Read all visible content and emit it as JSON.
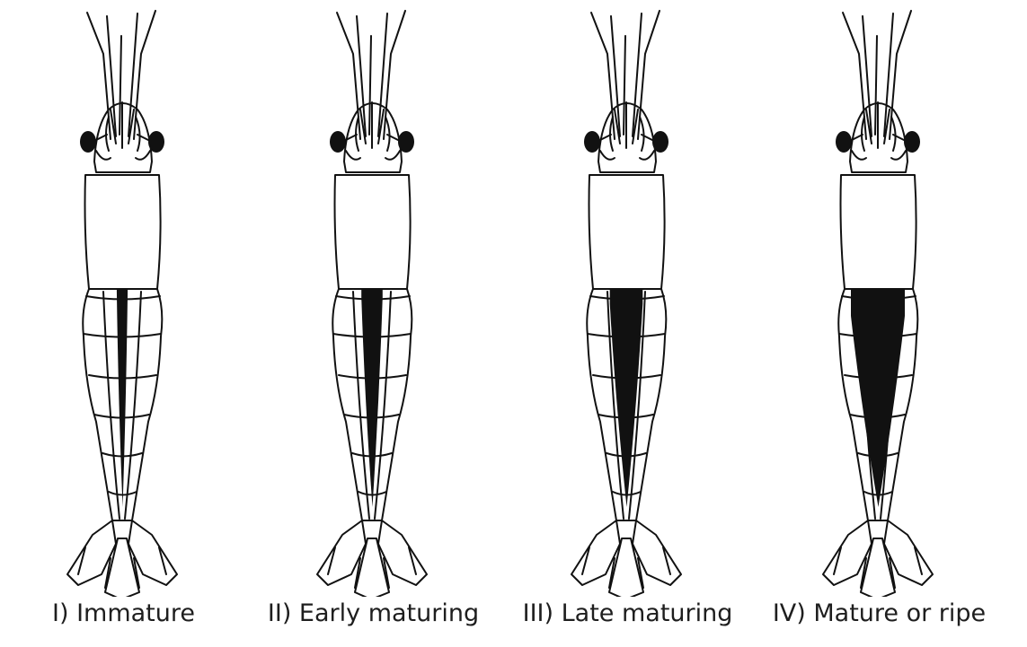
{
  "stages": [
    {
      "label": "I) Immature",
      "ovary_fill": 0.08
    },
    {
      "label": "II) Early maturing",
      "ovary_fill": 0.3
    },
    {
      "label": "III) Late maturing",
      "ovary_fill": 0.55
    },
    {
      "label": "IV) Mature or ripe",
      "ovary_fill": 1.0
    }
  ]
}
